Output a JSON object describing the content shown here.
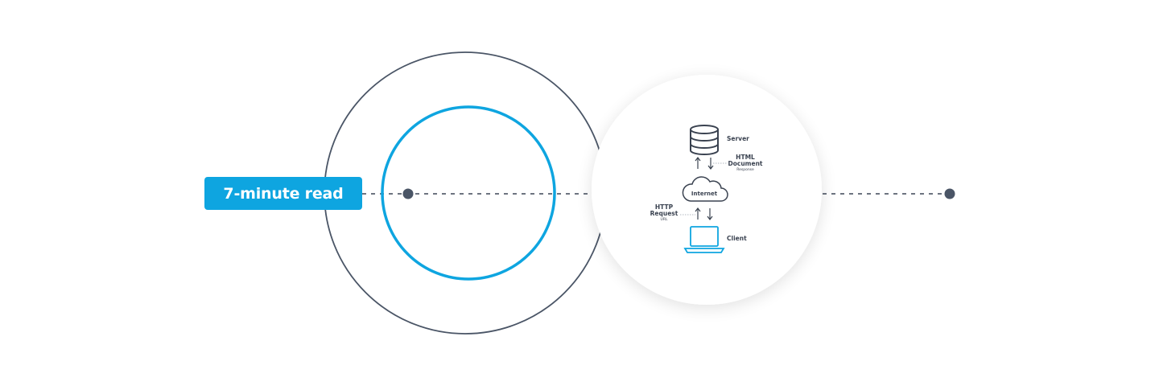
{
  "badge": {
    "label": "7-minute read"
  },
  "diagram": {
    "server_label": "Server",
    "response_title_1": "HTML",
    "response_title_2": "Document",
    "response_sub": "Response",
    "internet_label": "Internet",
    "request_title_1": "HTTP",
    "request_title_2": "Request",
    "request_sub": "URL",
    "client_label": "Client"
  },
  "colors": {
    "accent": "#0ea5e0",
    "outline": "#4a5566",
    "line": "#3d4756",
    "dot": "#4a5566",
    "text_dark": "#3a4250",
    "card_bg": "#ffffff"
  }
}
